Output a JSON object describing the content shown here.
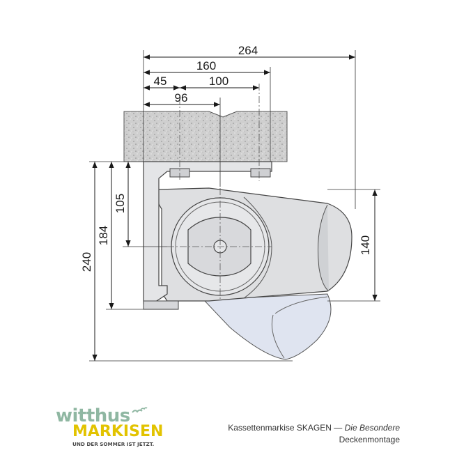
{
  "dimensions": {
    "total_width": "264",
    "width_160": "160",
    "width_45": "45",
    "width_100": "100",
    "width_96": "96",
    "height_240": "240",
    "height_184": "184",
    "height_105": "105",
    "height_140": "140"
  },
  "logo": {
    "word_top": "witthus",
    "word_bottom": "MARKISEN",
    "tagline": "UND DER SOMMER IST JETZT."
  },
  "caption": {
    "product": "Kassettenmarkise SKAGEN —",
    "product_sub": "Die Besondere",
    "mounting": "Deckenmontage"
  },
  "colors": {
    "logo_green": "#8fb7a2",
    "logo_yellow": "#e2c300",
    "housing_grey": "#dedfe1",
    "fabric_blue": "#dfe4f0",
    "concrete": "#cfcfcf"
  }
}
